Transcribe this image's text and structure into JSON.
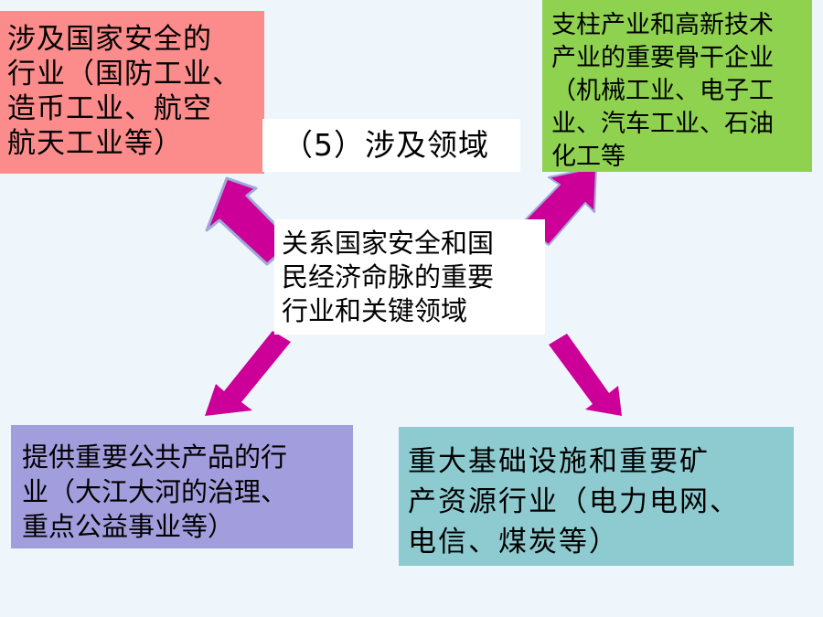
{
  "colors": {
    "background": "#eef6fc",
    "top_left_box": "#fc8c8c",
    "top_right_box": "#8fd24f",
    "bottom_left_box": "#a29ddc",
    "bottom_right_box": "#8ecbd0",
    "arrow": "#cc0099",
    "arrow_outline": "#9fa9d8"
  },
  "diagram": {
    "title": "（5）涉及领域",
    "center": "关系国家安全和国\n民经济命脉的重要\n行业和关键领域",
    "top_left": "涉及国家安全的\n行业（国防工业、\n造币工业、航空\n航天工业等）",
    "top_right": "支柱产业和高新技术\n产业的重要骨干企业\n（机械工业、电子工\n业、汽车工业、石油\n化工等",
    "bottom_left": "提供重要公共产品的行\n业（大江大河的治理、\n重点公益事业等）",
    "bottom_right": "重大基础设施和重要矿\n产资源行业（电力电网、\n电信、煤炭等）"
  }
}
